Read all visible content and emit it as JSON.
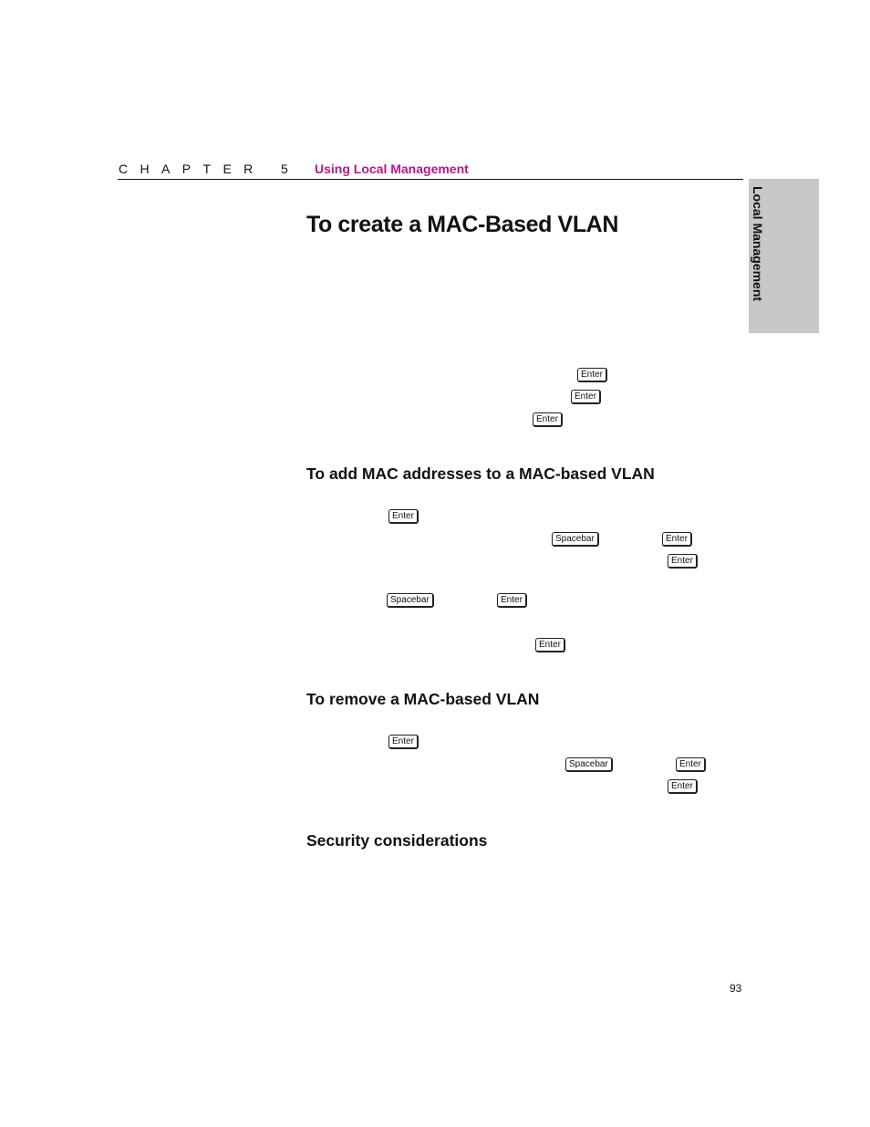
{
  "header": {
    "chapter_label": "CHAPTER 5",
    "chapter_title": "Using Local Management"
  },
  "side_tab": {
    "label": "Local Management"
  },
  "main": {
    "title": "To create a MAC-Based VLAN"
  },
  "sections": {
    "add_mac": {
      "heading": "To add MAC addresses to a MAC-based VLAN"
    },
    "remove_vlan": {
      "heading": "To remove a MAC-based VLAN"
    },
    "security": {
      "heading": "Security considerations"
    }
  },
  "keys": {
    "enter": "Enter",
    "spacebar": "Spacebar"
  },
  "footer": {
    "page_number": "93"
  }
}
